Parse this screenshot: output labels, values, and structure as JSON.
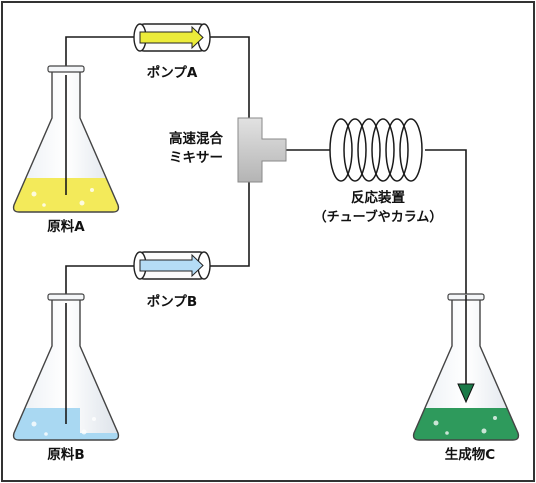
{
  "labels": {
    "pump_a": "ポンプA",
    "pump_b": "ポンプB",
    "mixer_line1": "高速混合",
    "mixer_line2": "ミキサー",
    "reactor_line1": "反応装置",
    "reactor_line2": "（チューブやカラム）",
    "material_a": "原料A",
    "material_b": "原料B",
    "product_c": "生成物C"
  },
  "colors": {
    "liquid_a": "#f3ea5a",
    "liquid_b": "#a9d8f2",
    "liquid_c": "#2e9a5c",
    "pump_a_arrow": "#ecec3a",
    "pump_b_arrow": "#b5dcf5",
    "mixer": "#c8c8c8",
    "outline": "#222222"
  },
  "icons": {
    "flask_a": "erlenmeyer-flask-icon",
    "flask_b": "erlenmeyer-flask-icon",
    "flask_c": "erlenmeyer-flask-icon",
    "pump_a": "pump-cylinder-icon",
    "pump_b": "pump-cylinder-icon",
    "mixer": "t-mixer-icon",
    "reactor": "coil-tube-icon"
  }
}
